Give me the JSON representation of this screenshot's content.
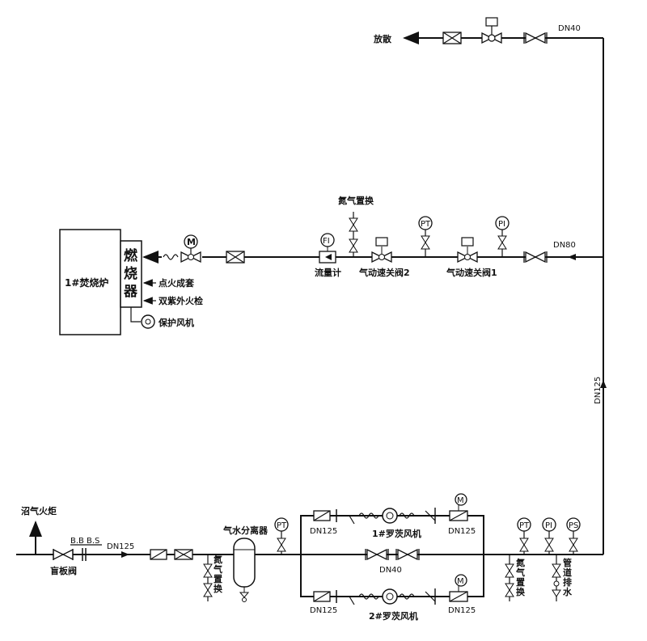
{
  "labels": {
    "vent": "放散",
    "dn40_top": "DN40",
    "dn80": "DN80",
    "dn125_vertical": "DN125",
    "nitrogen_purge_top": "氮气置换",
    "flow_meter": "流量计",
    "pneumatic_valve_2": "气动速关阀2",
    "pneumatic_valve_1": "气动速关阀1",
    "furnace": "1#焚烧炉",
    "burner": "燃烧器",
    "ignition": "点火成套",
    "uv_detector": "双紫外火检",
    "protect_fan": "保护风机",
    "biogas_flare": "沼气火炬",
    "bb": "B.B",
    "bs": "B.S",
    "dn125_main": "DN125",
    "blind_valve": "盲板阀",
    "separator": "气水分离器",
    "nitrogen_purge_left": "氮气置换",
    "dn125_a": "DN125",
    "dn125_b": "DN125",
    "dn125_c": "DN125",
    "dn125_d": "DN125",
    "fan1": "1#罗茨风机",
    "fan2": "2#罗茨风机",
    "dn40_bypass": "DN40",
    "nitrogen_purge_right": "氮气置换",
    "pipe_drain": "管道排水"
  },
  "instruments": {
    "motor": "M",
    "fi": "FI",
    "pt": "PT",
    "pi": "PI",
    "ps": "PS"
  }
}
